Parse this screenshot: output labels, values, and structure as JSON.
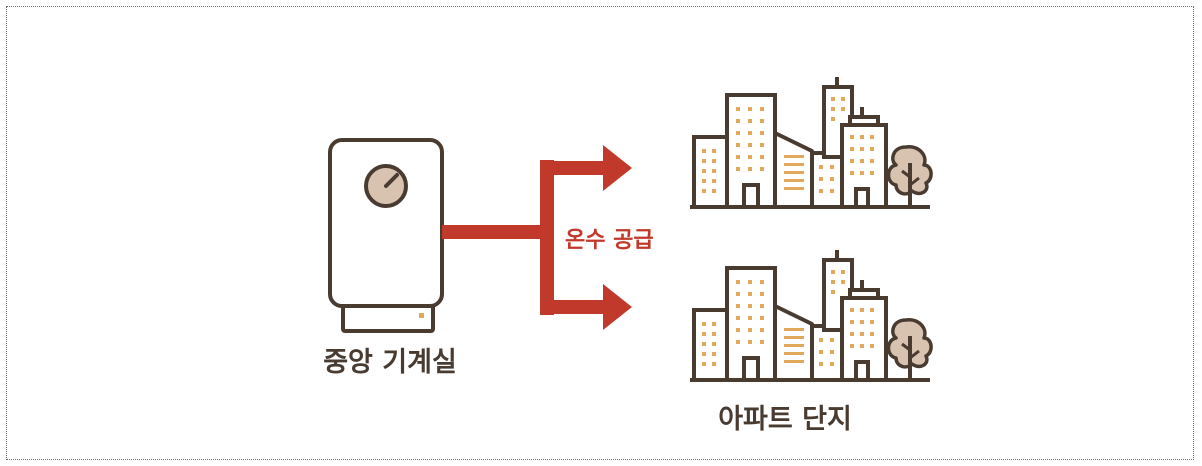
{
  "labels": {
    "boiler": "중앙 기계실",
    "flow": "온수 공급",
    "apartments": "아파트 단지"
  },
  "colors": {
    "outline": "#4a3b31",
    "pipe": "#c0392b",
    "window": "#e2a85c",
    "gauge": "#d8c3b0",
    "tree": "#d8c3b0"
  },
  "icons": {
    "boiler": "boiler-icon",
    "buildings": "city-buildings-icon",
    "tree": "tree-icon"
  }
}
